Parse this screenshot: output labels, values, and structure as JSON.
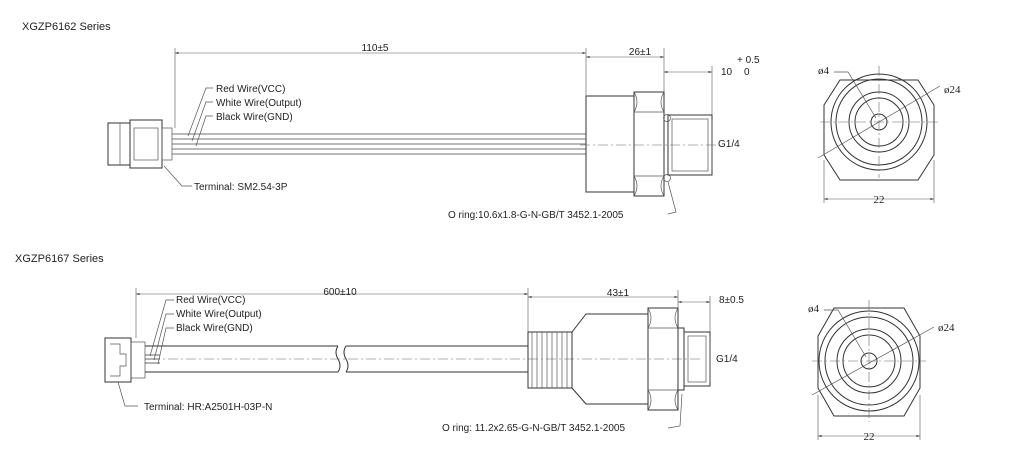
{
  "diagram1": {
    "title": "XGZP6162 Series",
    "wire_labels": [
      "Red Wire(VCC)",
      "White Wire(Output)",
      "Black Wire(GND)"
    ],
    "terminal_label": "Terminal: SM2.54-3P",
    "dim_cable": "110±5",
    "dim_body": "26±1",
    "dim_thread_len": "10",
    "tol_upper": "+ 0.5",
    "tol_lower": "0",
    "thread_label": "G1/4",
    "oring_label": "O ring:10.6x1.8-G-N-GB/T 3452.1-2005",
    "end_hole": "ø4",
    "end_outer": "ø24",
    "end_flats": "22"
  },
  "diagram2": {
    "title": "XGZP6167 Series",
    "wire_labels": [
      "Red Wire(VCC)",
      "White Wire(Output)",
      "Black Wire(GND)"
    ],
    "terminal_label": "Terminal: HR:A2501H-03P-N",
    "dim_cable": "600±10",
    "dim_body": "43±1",
    "dim_thread_len": "8±0.5",
    "thread_label": "G1/4",
    "oring_label": "O ring: 11.2x2.65-G-N-GB/T 3452.1-2005",
    "end_hole": "ø4",
    "end_outer": "ø24",
    "end_flats": "22"
  }
}
